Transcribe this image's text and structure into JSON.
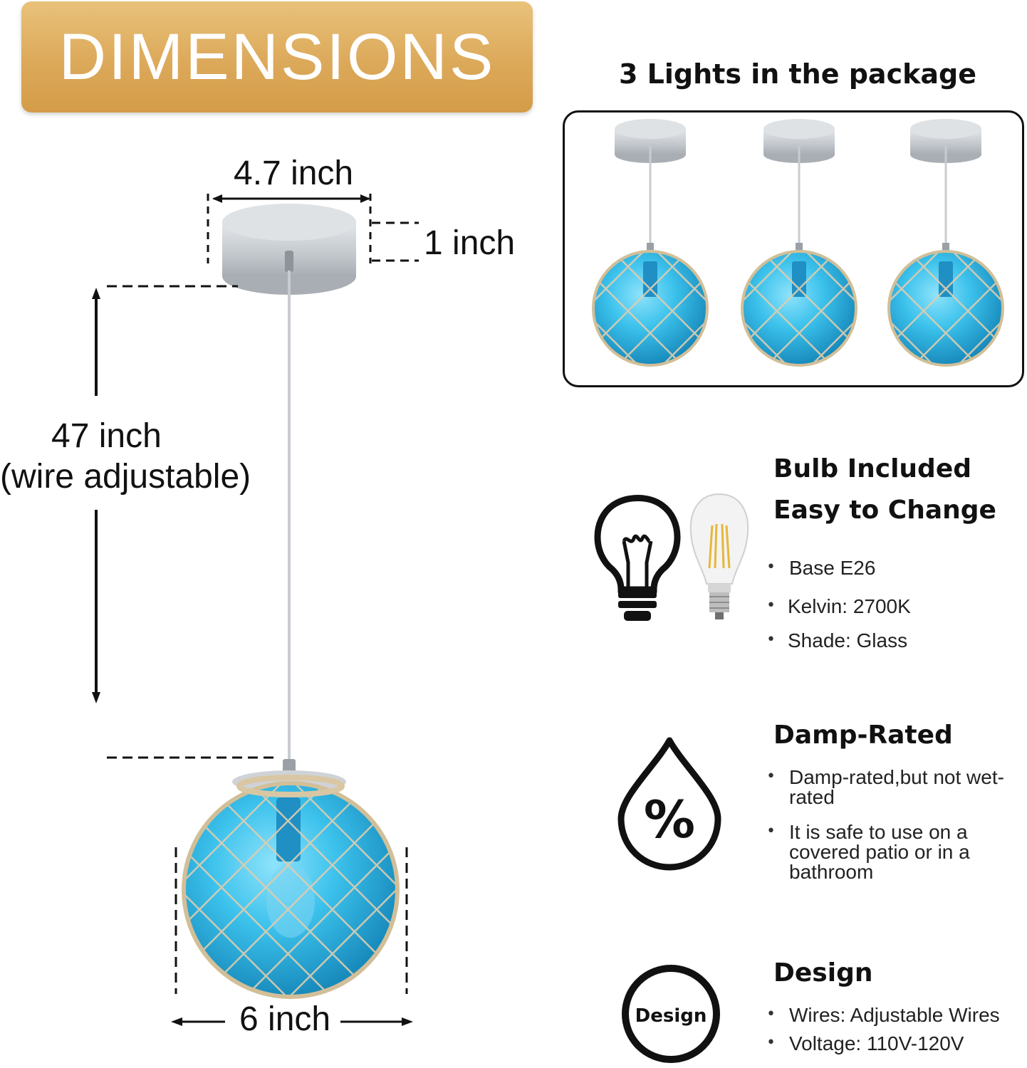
{
  "banner": {
    "title": "DIMENSIONS"
  },
  "dimensions": {
    "canopy_width": "4.7 inch",
    "canopy_height": "1 inch",
    "wire_length": "47 inch",
    "wire_note": "(wire adjustable)",
    "shade_width": "6 inch"
  },
  "package": {
    "title": "3 Lights in the package"
  },
  "features": [
    {
      "titles": [
        "Bulb Included",
        "Easy to Change"
      ],
      "bullets": [
        "Base  E26",
        "Kelvin: 2700K",
        "Shade: Glass"
      ],
      "icon": "lightbulb-icon"
    },
    {
      "titles": [
        "Damp-Rated"
      ],
      "bullets": [
        "Damp-rated,but not wet-rated",
        "It is safe to use on a covered patio or in a bathroom"
      ],
      "icon": "water-drop-percent-icon",
      "icon_text": "%"
    },
    {
      "titles": [
        "Design"
      ],
      "bullets": [
        "Wires:  Adjustable Wires",
        "Voltage: 110V-120V"
      ],
      "icon": "design-badge-icon",
      "icon_text": "Design"
    }
  ],
  "colors": {
    "banner_gold": "#dca95a",
    "glass_blue": "#2fb6e0",
    "rope": "#d9c7a4",
    "metal": "#c9cdd1"
  }
}
